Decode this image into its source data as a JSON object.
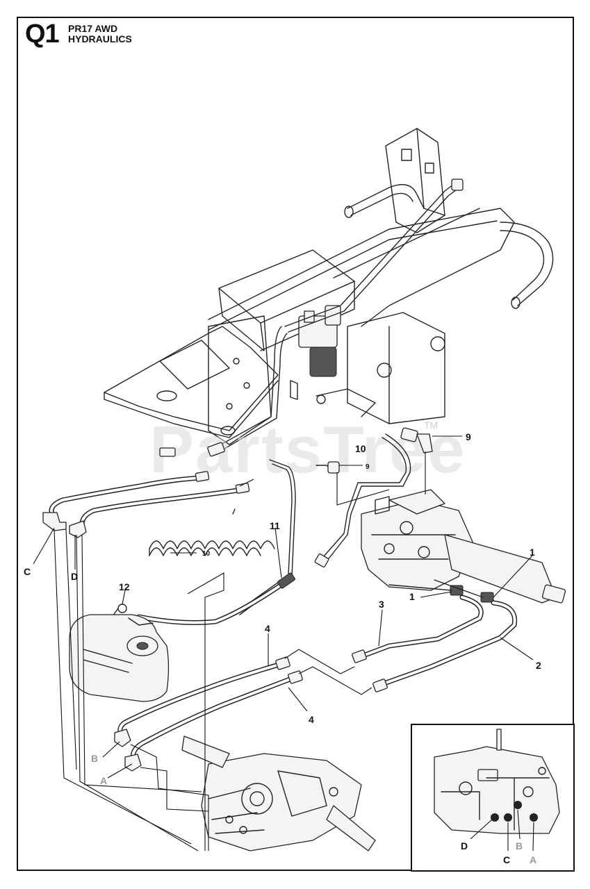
{
  "header": {
    "section_code": "Q1",
    "model": "PR17 AWD",
    "subtitle": "HYDRAULICS"
  },
  "watermark": {
    "text": "PartsTree",
    "tm": "TM"
  },
  "callouts": {
    "c1a": "1",
    "c1b": "1",
    "c2": "2",
    "c3": "3",
    "c4a": "4",
    "c4b": "4",
    "c9a": "9",
    "c9b": "9",
    "c10a": "10",
    "c10b": "10",
    "c11": "11",
    "c12": "12"
  },
  "ports": {
    "A_main": "A",
    "B_main": "B",
    "C_main": "C",
    "D_main": "D",
    "A_inset": "A",
    "B_inset": "B",
    "C_inset": "C",
    "D_inset": "D"
  },
  "colors": {
    "line": "#222222",
    "port_grey": "#9a9a9a",
    "watermark": "#d9d9d9"
  }
}
